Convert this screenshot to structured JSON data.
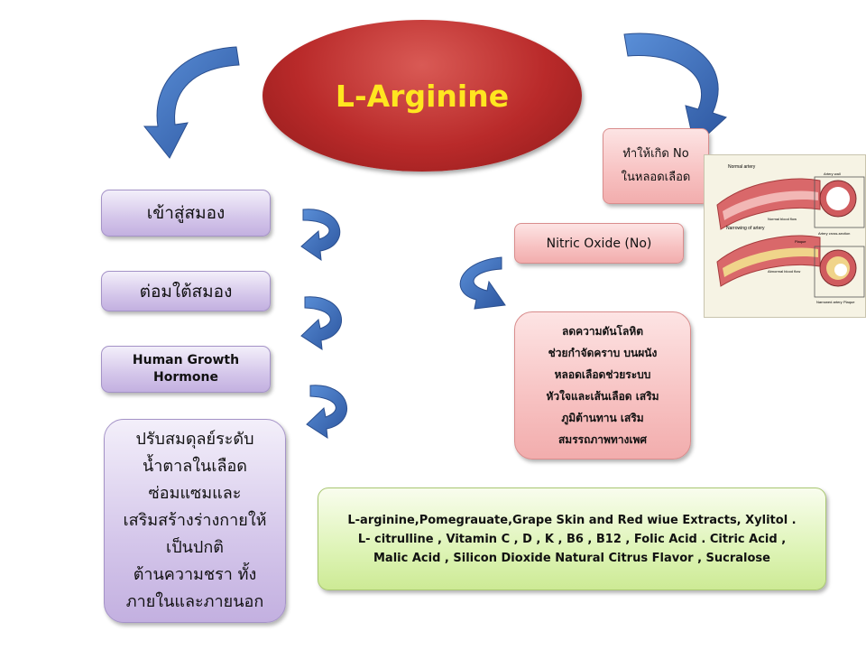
{
  "title": "L-Arginine",
  "left_flow": [
    "เข้าสู่สมอง",
    "ต่อมใต้สมอง",
    [
      "Human Growth",
      "Hormone"
    ],
    [
      "ปรับสมดุลย์ระดับ",
      "น้ำตาลในเลือด",
      "ซ่อมแซมและ",
      "เสริมสร้างร่างกายให้",
      "เป็นปกติ",
      "ต้านความชรา ทั้ง",
      "ภายในและภายนอก"
    ]
  ],
  "right_flow": {
    "effect": [
      "ทำให้เกิด No",
      "ในหลอดเลือด"
    ],
    "nitric_oxide": "Nitric Oxide (No)",
    "benefits": [
      "ลดความดันโลหิต",
      "ช่วยกำจัดคราบ บนผนัง",
      "หลอดเลือดช่วยระบบ",
      "หัวใจและเส้นเลือด เสริม",
      "ภูมิต้านทาน เสริม",
      "สมรรถภาพทางเพศ"
    ]
  },
  "artery_figure": {
    "labels": [
      "Normal artery",
      "Narrowing of artery",
      "Artery wall",
      "Normal blood flow",
      "Abnormal blood flow",
      "Plaque",
      "Artery cross-section",
      "Narrowed artery",
      "Plaque"
    ]
  },
  "ingredients": [
    "L-arginine,Pomegrauate,Grape Skin and Red wiue Extracts, Xylitol .",
    "L- citrulline , Vitamin C , D , K , B6 , B12 , Folic Acid .  Citric Acid ,",
    "Malic Acid , Silicon Dioxide Natural Citrus Flavor , Sucralose"
  ],
  "colors": {
    "arrow": "#3e6bbf",
    "title_text": "#ffe620",
    "oval": "#b92a2a"
  }
}
